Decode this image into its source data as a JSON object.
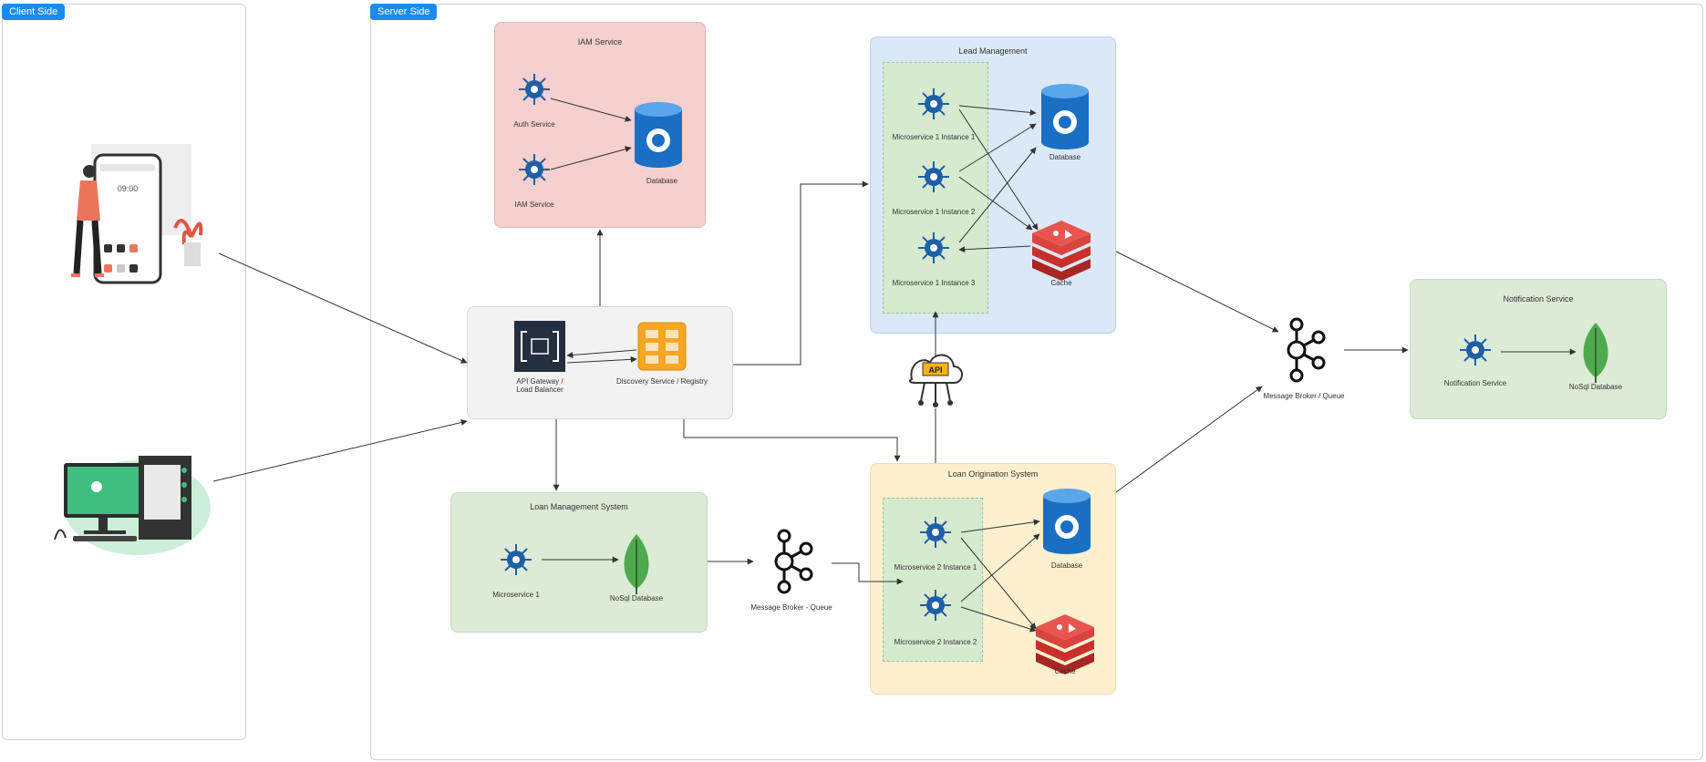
{
  "client_side": {
    "label": "Client Side"
  },
  "server_side": {
    "label": "Server Side"
  },
  "iam": {
    "title": "IAM Service",
    "auth_service": "Auth Service",
    "am_service": "IAM Service",
    "database": "Database"
  },
  "lead": {
    "title": "Lead Management",
    "instance1": "Microservice 1 Instance 1",
    "instance2": "Microservice 1 Instance 2",
    "instance3": "Microservice 1 Instance 3",
    "database": "Database",
    "cache": "Cache"
  },
  "gateway": {
    "gateway_label": "API Gateway / Load Balancer",
    "discovery_label": "Discovery Service / Registry",
    "api_badge": "API"
  },
  "loan_mgmt": {
    "title": "Loan Management System",
    "microservice": "Microservice 1",
    "database": "NoSql Database"
  },
  "broker_left": {
    "label": "Message Broker - Queue"
  },
  "origination": {
    "title": "Loan Origination System",
    "instance1": "Microservice 2 Instance 1",
    "instance2": "Microservice 2 Instance 2",
    "database": "Database",
    "cache": "Cache"
  },
  "broker_right": {
    "label": "Message Broker / Queue"
  },
  "notification": {
    "title": "Notification Service",
    "service": "Notification Service",
    "database": "NoSql Database"
  },
  "phone": {
    "time": "09:00"
  },
  "colors": {
    "accent": "#1a8cf0",
    "microservice": "#1f5fa8",
    "postgres": "#1a6fc4",
    "redis": "#c9302c",
    "mongo": "#4fa94d",
    "kafka": "#111111"
  }
}
